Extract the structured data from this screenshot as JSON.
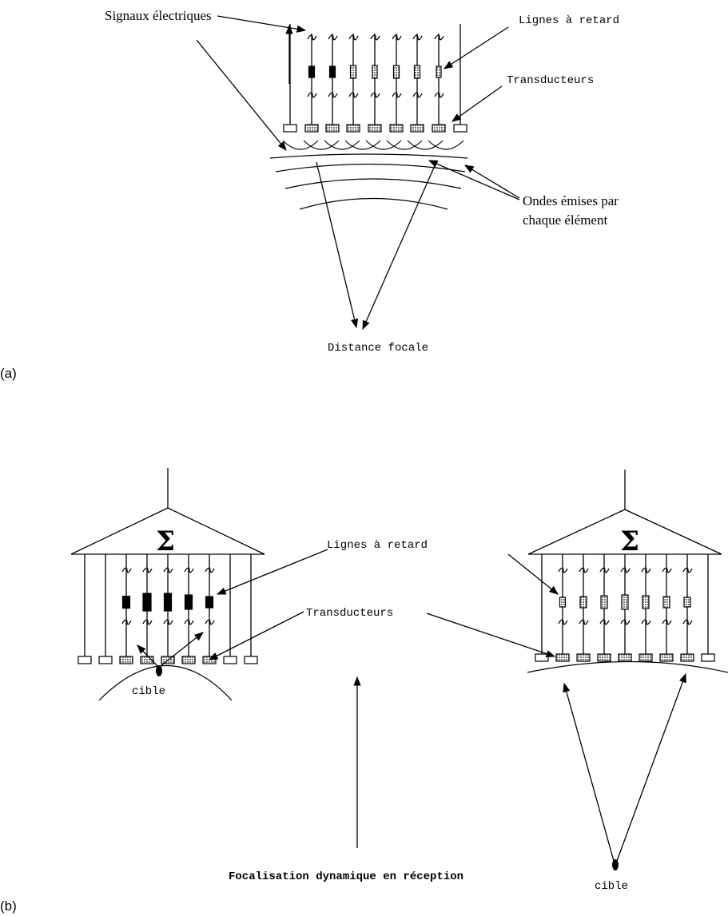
{
  "panel_a": {
    "panel_label": "(a)",
    "signals_label": "Signaux électriques",
    "delay_lines_label": "Lignes à retard",
    "transducers_label": "Transducteurs",
    "waves_label_line1": "Ondes émises par",
    "waves_label_line2": "chaque élément",
    "focal_distance_label": "Distance focale"
  },
  "panel_b": {
    "panel_label": "(b)",
    "delay_lines_label": "Lignes à retard",
    "transducers_label": "Transducteurs",
    "sum_symbol_left": "Σ",
    "sum_symbol_right": "Σ",
    "target_left_label": "cible",
    "target_right_label": "cible",
    "caption": "Focalisation dynamique en réception"
  },
  "colors": {
    "ink": "#000000",
    "hatched_fill": "#8c8c8c",
    "background": "#ffffff"
  }
}
